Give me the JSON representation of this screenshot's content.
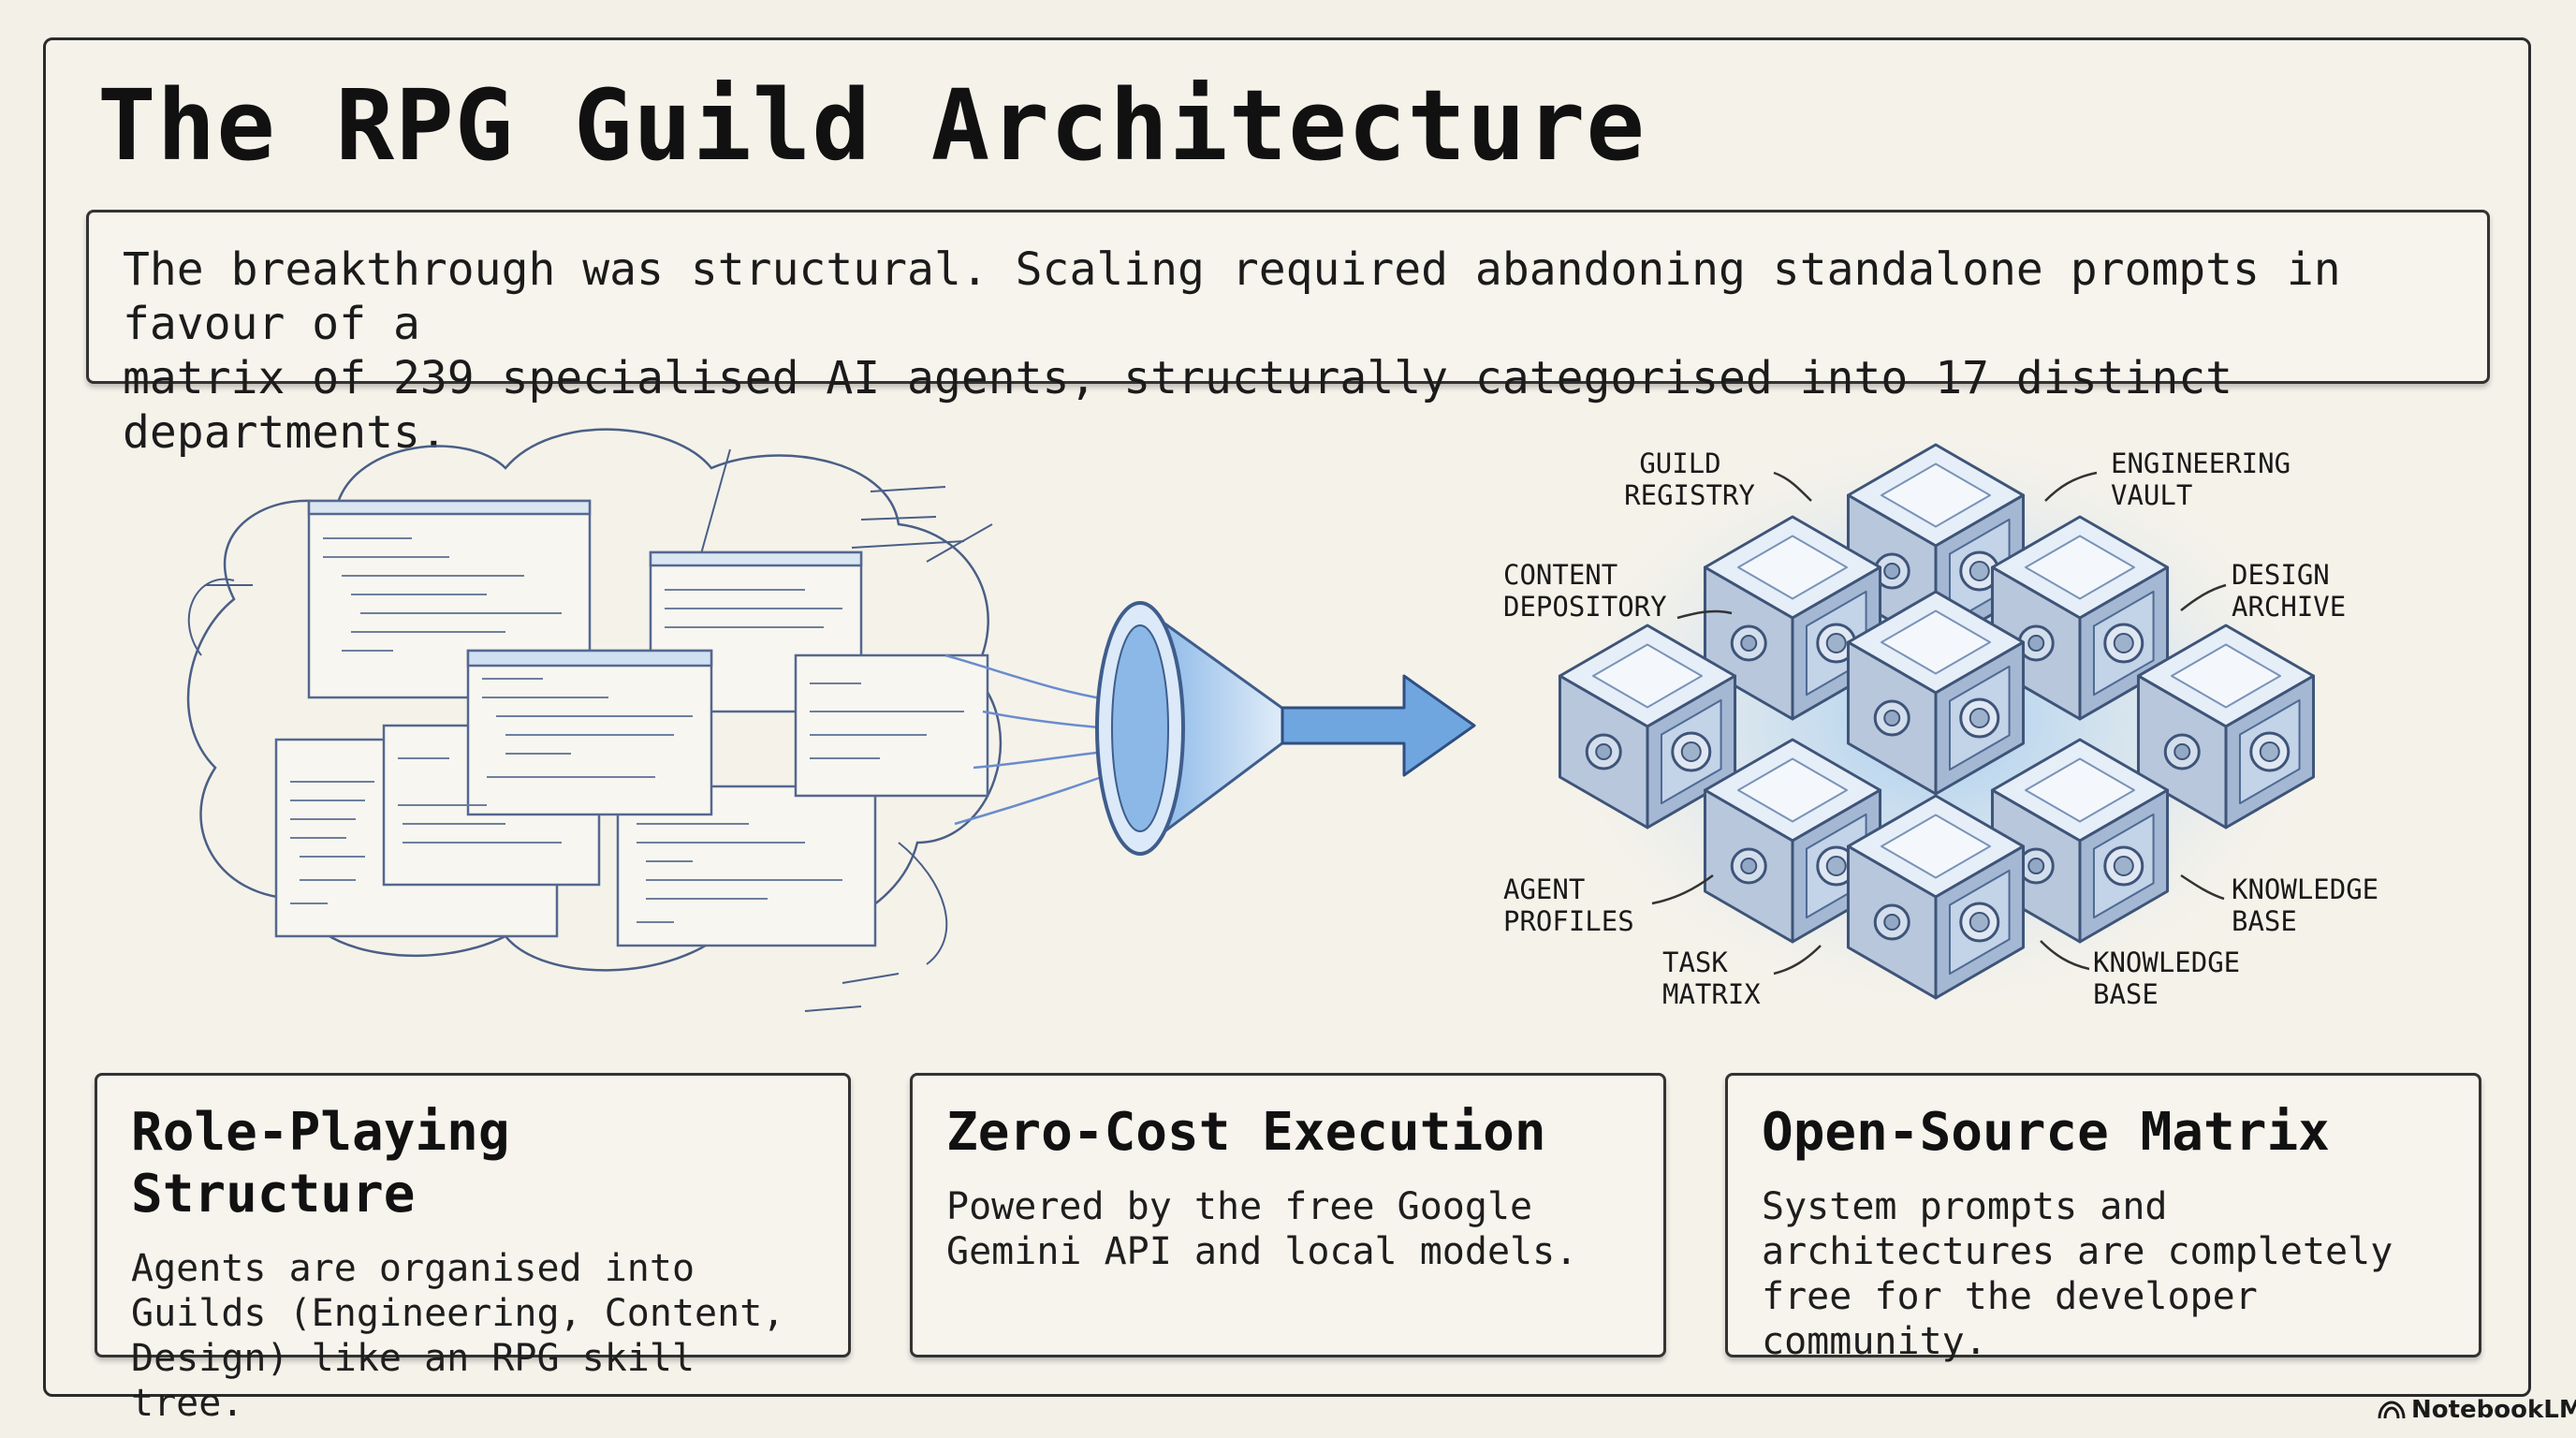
{
  "title": "The RPG Guild Architecture",
  "intro": "The breakthrough was structural. Scaling required abandoning standalone prompts in favour of a\nmatrix of 239 specialised AI agents, structurally categorised into 17 distinct departments.",
  "vault_labels": [
    {
      "line1": "GUILD",
      "line2": "REGISTRY"
    },
    {
      "line1": "ENGINEERING",
      "line2": "VAULT"
    },
    {
      "line1": "CONTENT",
      "line2": "DEPOSITORY"
    },
    {
      "line1": "DESIGN",
      "line2": "ARCHIVE"
    },
    {
      "line1": "AGENT",
      "line2": "PROFILES"
    },
    {
      "line1": "KNOWLEDGE",
      "line2": "BASE"
    },
    {
      "line1": "TASK",
      "line2": "MATRIX"
    },
    {
      "line1": "KNOWLEDGE",
      "line2": "BASE"
    }
  ],
  "cards": [
    {
      "heading": "Role-Playing Structure",
      "body": "Agents are organised into Guilds (Engineering, Content, Design) like an RPG skill tree."
    },
    {
      "heading": "Zero-Cost Execution",
      "body": "Powered by the free Google Gemini API and local models."
    },
    {
      "heading": "Open-Source Matrix",
      "body": "System prompts and architectures are completely free for the developer community."
    }
  ],
  "brand": "NotebookLM",
  "icons": {
    "funnel": "funnel-icon",
    "arrow": "arrow-right-icon",
    "vault": "safe-vault-icon",
    "brand": "notebooklm-logo-icon"
  },
  "colors": {
    "accent_blue": "#6fa6e0",
    "ink": "#1a1a1a",
    "paper": "#f3f0e8"
  }
}
